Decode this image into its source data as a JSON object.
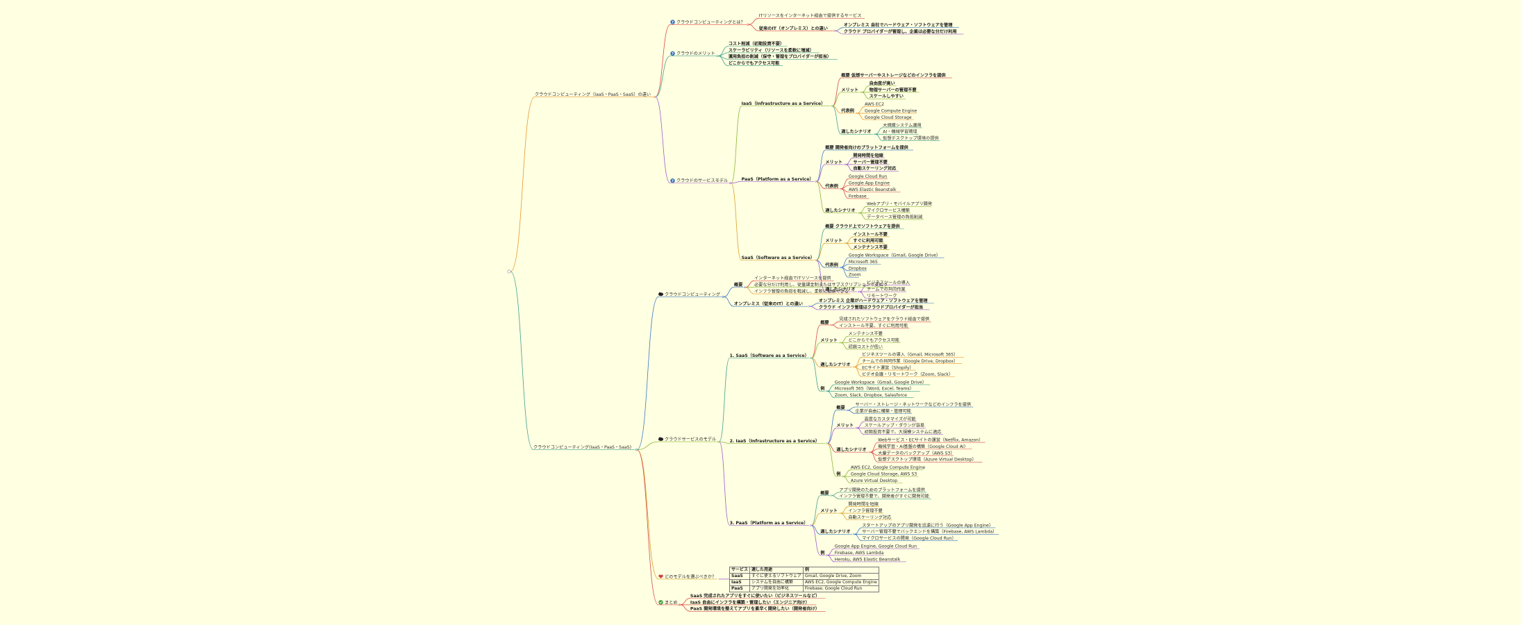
{
  "root": {
    "label": "",
    "branches": [
      {
        "label": "クラウドコンピューティング（IaaS・PaaS・SaaS）の違い",
        "color": "#e8962e",
        "children": [
          {
            "label": "クラウドコンピューティングとは？",
            "icon": "question-icon",
            "children": [
              {
                "label": "ITリソースをインターネット経由で提供するサービス"
              },
              {
                "label": "従来のIT（オンプレミス）との違い",
                "bold": true,
                "children": [
                  {
                    "label": "オンプレミス 自社でハードウェア・ソフトウェアを管理",
                    "bold": true
                  },
                  {
                    "label": "クラウド プロバイダーが管理し、企業は必要な分だけ利用",
                    "bold": true
                  }
                ]
              }
            ]
          },
          {
            "label": "クラウドのメリット",
            "icon": "question-icon",
            "children": [
              {
                "label": "コスト削減（初期投資不要）",
                "bold": true
              },
              {
                "label": "スケーラビリティ（リソースを柔軟に増減）",
                "bold": true
              },
              {
                "label": "運用負担の削減（保守・管理をプロバイダーが担当）",
                "bold": true
              },
              {
                "label": "どこからでもアクセス可能",
                "bold": true
              }
            ]
          },
          {
            "label": "クラウドのサービスモデル",
            "icon": "question-icon",
            "children": [
              {
                "label": "IaaS（Infrastructure as a Service）",
                "bold": true,
                "children": [
                  {
                    "label": "概要 仮想サーバーやストレージなどのインフラを提供",
                    "bold": true
                  },
                  {
                    "label": "メリット",
                    "bold": true,
                    "children": [
                      {
                        "label": "自由度が高い",
                        "bold": true
                      },
                      {
                        "label": "物理サーバーの管理不要",
                        "bold": true
                      },
                      {
                        "label": "スケールしやすい",
                        "bold": true
                      }
                    ]
                  },
                  {
                    "label": "代表例",
                    "bold": true,
                    "children": [
                      {
                        "label": "AWS EC2"
                      },
                      {
                        "label": "Google Compute Engine"
                      },
                      {
                        "label": "Google Cloud Storage"
                      }
                    ]
                  },
                  {
                    "label": "適したシナリオ",
                    "bold": true,
                    "children": [
                      {
                        "label": "大規模システム運用"
                      },
                      {
                        "label": "AI・機械学習環境"
                      },
                      {
                        "label": "仮想デスクトップ環境の提供"
                      }
                    ]
                  }
                ]
              },
              {
                "label": "PaaS（Platform as a Service）",
                "bold": true,
                "children": [
                  {
                    "label": "概要 開発者向けのプラットフォームを提供",
                    "bold": true
                  },
                  {
                    "label": "メリット",
                    "bold": true,
                    "children": [
                      {
                        "label": "開発時間を短縮",
                        "bold": true
                      },
                      {
                        "label": "サーバー管理不要",
                        "bold": true
                      },
                      {
                        "label": "自動スケーリング対応",
                        "bold": true
                      }
                    ]
                  },
                  {
                    "label": "代表例",
                    "bold": true,
                    "children": [
                      {
                        "label": "Google Cloud Run"
                      },
                      {
                        "label": "Google App Engine"
                      },
                      {
                        "label": "AWS Elastic Beanstalk"
                      },
                      {
                        "label": "Firebase"
                      }
                    ]
                  },
                  {
                    "label": "適したシナリオ",
                    "bold": true,
                    "children": [
                      {
                        "label": "Webアプリ・モバイルアプリ開発"
                      },
                      {
                        "label": "マイクロサービス構築"
                      },
                      {
                        "label": "データベース管理の負担削減"
                      }
                    ]
                  }
                ]
              },
              {
                "label": "SaaS（Software as a Service）",
                "bold": true,
                "children": [
                  {
                    "label": "概要 クラウド上でソフトウェアを提供",
                    "bold": true
                  },
                  {
                    "label": "メリット",
                    "bold": true,
                    "children": [
                      {
                        "label": "インストール不要",
                        "bold": true
                      },
                      {
                        "label": "すぐに利用可能",
                        "bold": true
                      },
                      {
                        "label": "メンテナンス不要",
                        "bold": true
                      }
                    ]
                  },
                  {
                    "label": "代表例",
                    "bold": true,
                    "children": [
                      {
                        "label": "Google Workspace（Gmail, Google Drive）"
                      },
                      {
                        "label": "Microsoft 365"
                      },
                      {
                        "label": "Dropbox"
                      },
                      {
                        "label": "Zoom"
                      }
                    ]
                  },
                  {
                    "label": "適したシナリオ",
                    "bold": true,
                    "children": [
                      {
                        "label": "ビジネスツールの導入"
                      },
                      {
                        "label": "チームでの共同作業"
                      },
                      {
                        "label": "リモートワーク"
                      }
                    ]
                  }
                ]
              }
            ]
          }
        ]
      },
      {
        "label": "クラウドコンピューティング(IaaS・PaaS・SaaS)",
        "color": "#3fa08f",
        "children": [
          {
            "label": "クラウドコンピューティング",
            "icon": "cloud-icon",
            "children": [
              {
                "label": "概要",
                "bold": true,
                "children": [
                  {
                    "label": "インターネット経由でITリソースを提供"
                  },
                  {
                    "label": "必要な分だけ利用し、従量課金制またはサブスクリプションで支払う"
                  },
                  {
                    "label": "インフラ管理の負担を軽減し、柔軟に拡張できる"
                  }
                ]
              },
              {
                "label": "オンプレミス（従来のIT）との違い",
                "bold": true,
                "children": [
                  {
                    "label": "オンプレミス 企業がハードウェア・ソフトウェアを管理",
                    "bold": true
                  },
                  {
                    "label": "クラウド インフラ管理はクラウドプロバイダーが担当",
                    "bold": true
                  }
                ]
              }
            ]
          },
          {
            "label": "クラウドサービスのモデル",
            "icon": "cloud-icon",
            "children": [
              {
                "label": "1. SaaS（Software as a Service）",
                "bold": true,
                "children": [
                  {
                    "label": "概要",
                    "bold": true,
                    "children": [
                      {
                        "label": "完成されたソフトウェアをクラウド経由で提供"
                      },
                      {
                        "label": "インストール不要、すぐに利用可能"
                      }
                    ]
                  },
                  {
                    "label": "メリット",
                    "bold": true,
                    "children": [
                      {
                        "label": "メンテナンス不要"
                      },
                      {
                        "label": "どこからでもアクセス可能"
                      },
                      {
                        "label": "初期コストが低い"
                      }
                    ]
                  },
                  {
                    "label": "適したシナリオ",
                    "bold": true,
                    "children": [
                      {
                        "label": "ビジネスツールの導入（Gmail, Microsoft 365）"
                      },
                      {
                        "label": "チームでの共同作業（Google Drive, Dropbox）"
                      },
                      {
                        "label": "ECサイト運営（Shopify）"
                      },
                      {
                        "label": "ビデオ会議・リモートワーク（Zoom, Slack）"
                      }
                    ]
                  },
                  {
                    "label": "例",
                    "bold": true,
                    "children": [
                      {
                        "label": "Google Workspace（Gmail, Google Drive）"
                      },
                      {
                        "label": "Microsoft 365（Word, Excel, Teams）"
                      },
                      {
                        "label": "Zoom, Slack, Dropbox, Salesforce"
                      }
                    ]
                  }
                ]
              },
              {
                "label": "2. IaaS（Infrastructure as a Service）",
                "bold": true,
                "children": [
                  {
                    "label": "概要",
                    "bold": true,
                    "children": [
                      {
                        "label": "サーバー・ストレージ・ネットワークなどのインフラを提供"
                      },
                      {
                        "label": "企業が自由に構築・管理可能"
                      }
                    ]
                  },
                  {
                    "label": "メリット",
                    "bold": true,
                    "children": [
                      {
                        "label": "高度なカスタマイズが可能"
                      },
                      {
                        "label": "スケールアップ・ダウンが容易"
                      },
                      {
                        "label": "初期投資不要で、大規模システムに適応"
                      }
                    ]
                  },
                  {
                    "label": "適したシナリオ",
                    "bold": true,
                    "children": [
                      {
                        "label": "Webサービス・ECサイトの運営（Netflix, Amazon）"
                      },
                      {
                        "label": "機械学習・AI基盤の構築（Google Cloud AI）"
                      },
                      {
                        "label": "大量データのバックアップ（AWS S3）"
                      },
                      {
                        "label": "仮想デスクトップ環境（Azure Virtual Desktop）"
                      }
                    ]
                  },
                  {
                    "label": "例",
                    "bold": true,
                    "children": [
                      {
                        "label": "AWS EC2, Google Compute Engine"
                      },
                      {
                        "label": "Google Cloud Storage, AWS S3"
                      },
                      {
                        "label": "Azure Virtual Desktop"
                      }
                    ]
                  }
                ]
              },
              {
                "label": "3. PaaS（Platform as a Service）",
                "bold": true,
                "children": [
                  {
                    "label": "概要",
                    "bold": true,
                    "children": [
                      {
                        "label": "アプリ開発のためのプラットフォームを提供"
                      },
                      {
                        "label": "インフラ管理不要で、開発者がすぐに開発可能"
                      }
                    ]
                  },
                  {
                    "label": "メリット",
                    "bold": true,
                    "children": [
                      {
                        "label": "開発時間を短縮"
                      },
                      {
                        "label": "インフラ管理不要"
                      },
                      {
                        "label": "自動スケーリング対応"
                      }
                    ]
                  },
                  {
                    "label": "適したシナリオ",
                    "bold": true,
                    "children": [
                      {
                        "label": "スタートアップのアプリ開発を迅速に行う（Google App Engine）"
                      },
                      {
                        "label": "サーバー管理不要でバックエンドを構築（Firebase, AWS Lambda）"
                      },
                      {
                        "label": "マイクロサービスの開発（Google Cloud Run）"
                      }
                    ]
                  },
                  {
                    "label": "例",
                    "bold": true,
                    "children": [
                      {
                        "label": "Google App Engine, Google Cloud Run"
                      },
                      {
                        "label": "Firebase, AWS Lambda"
                      },
                      {
                        "label": "Heroku, AWS Elastic Beanstalk"
                      }
                    ]
                  }
                ]
              }
            ]
          },
          {
            "label": "どのモデルを選ぶべきか？",
            "icon": "heart-icon",
            "children": []
          },
          {
            "label": "まとめ",
            "icon": "check-icon",
            "children": [
              {
                "label": "SaaS 完成されたアプリをすぐに使いたい（ビジネスツールなど）",
                "bold": true
              },
              {
                "label": "IaaS 自由にインフラを構築・管理したい（エンジニア向け）",
                "bold": true
              },
              {
                "label": "PaaS 開発環境を整えてアプリを素早く開発したい（開発者向け）",
                "bold": true
              }
            ]
          }
        ]
      }
    ]
  },
  "table": {
    "headers": [
      "サービス",
      "適した用途",
      "例"
    ],
    "rows": [
      [
        "SaaS",
        "すぐに使えるソフトウェア",
        "Gmail, Google Drive, Zoom"
      ],
      [
        "IaaS",
        "システムを自由に構築",
        "AWS EC2, Google Compute Engine"
      ],
      [
        "PaaS",
        "アプリ開発を効率化",
        "Firebase, Google Cloud Run"
      ]
    ]
  },
  "colors": {
    "background": "#ffffe1",
    "branch_palette": [
      "#e8962e",
      "#d94848",
      "#3b78c4",
      "#3fa08f",
      "#8bb63a",
      "#a15ad0",
      "#d9a22a"
    ]
  }
}
